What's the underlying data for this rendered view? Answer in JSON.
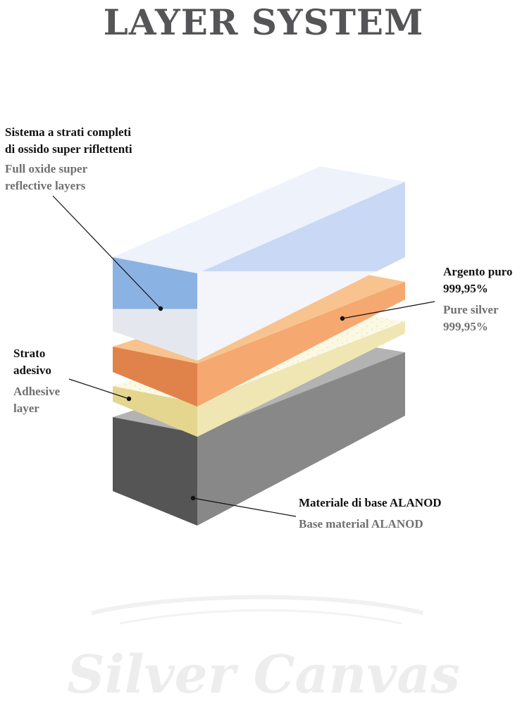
{
  "title": "LAYER SYSTEM",
  "watermark": "Silver Canvas",
  "labels": {
    "oxide": {
      "it": [
        "Sistema a strati completi",
        "di ossido super riflettenti"
      ],
      "en": [
        "Full oxide super",
        "reflective layers"
      ]
    },
    "silver": {
      "it": [
        "Argento puro",
        "999,95%"
      ],
      "en": [
        "Pure silver",
        "999,95%"
      ]
    },
    "adhesive": {
      "it": [
        "Strato",
        "adesivo"
      ],
      "en": [
        "Adhesive",
        "layer"
      ]
    },
    "base": {
      "it": [
        "Materiale di base ALANOD"
      ],
      "en": [
        "Base material ALANOD"
      ]
    }
  },
  "colors": {
    "oxide_top": "#eef2fb",
    "oxide_front_top": "#8ab2e2",
    "oxide_front_bottom": "#e4e8ee",
    "oxide_right_top": "#c9d8f5",
    "oxide_right_bottom": "#f3f5fa",
    "silver_top": "#f8c38e",
    "silver_front": "#e0834a",
    "silver_right": "#f5a86f",
    "adhesive_top": "#fbf8e4",
    "adhesive_front": "#e4d68e",
    "adhesive_right": "#efe6b4",
    "base_top": "#b3b3b3",
    "base_front": "#555555",
    "base_right": "#888888",
    "text_dark": "#111111",
    "text_gray": "#707070",
    "title": "#555557"
  }
}
